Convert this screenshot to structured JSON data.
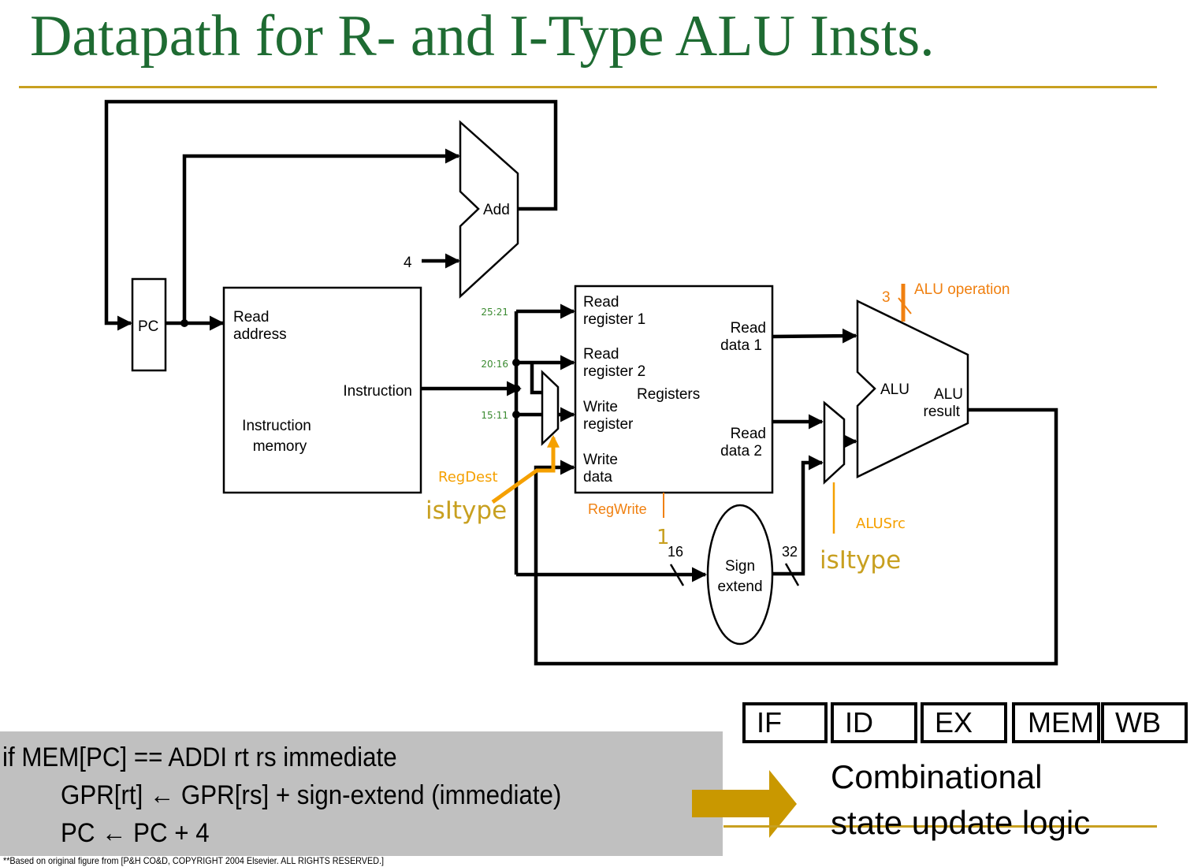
{
  "slide": {
    "title": "Datapath for R- and I-Type ALU Insts.",
    "footnote": "**Based on original figure from [P&H CO&D, COPYRIGHT 2004 Elsevier. ALL RIGHTS RESERVED.]"
  },
  "colors": {
    "title": "#1e6b32",
    "rule": "#c8a020",
    "control_orange": "#f08010",
    "annotation_gold": "#c8a020",
    "bitfield_green": "#3a8a30",
    "code_box": "#c0c0c0"
  },
  "diagram": {
    "pc_label": "PC",
    "adder_label": "Add",
    "constant_four": "4",
    "imem": {
      "read_address": [
        "Read",
        "address"
      ],
      "instruction_out": "Instruction",
      "name": [
        "Instruction",
        "memory"
      ]
    },
    "bitfields": [
      "25:21",
      "20:16",
      "15:11"
    ],
    "registers": {
      "read_register_1": [
        "Read",
        "register 1"
      ],
      "read_register_2": [
        "Read",
        "register 2"
      ],
      "write_register": [
        "Write",
        "register"
      ],
      "write_data": [
        "Write",
        "data"
      ],
      "name": "Registers",
      "read_data_1": [
        "Read",
        "data 1"
      ],
      "read_data_2": [
        "Read",
        "data 2"
      ]
    },
    "alu": {
      "name": "ALU",
      "result": [
        "ALU",
        "result"
      ],
      "operation_label": "ALU operation",
      "operation_width": "3"
    },
    "sign_extend": {
      "name": [
        "Sign",
        "extend"
      ],
      "in_width": "16",
      "out_width": "32"
    },
    "controls": {
      "regdest": "RegDest",
      "regdest_value": "isItype",
      "regwrite": "RegWrite",
      "regwrite_value": "1",
      "alusrc": "ALUSrc",
      "alusrc_value": "isItype"
    }
  },
  "code": {
    "lines": [
      "if MEM[PC] == ADDI rt rs immediate",
      "GPR[rt] ← GPR[rs] + sign-extend (immediate)",
      "PC ← PC + 4"
    ]
  },
  "pipeline": {
    "stages": [
      "IF",
      "ID",
      "EX",
      "MEM",
      "WB"
    ],
    "caption": [
      "Combinational",
      "state update logic"
    ]
  }
}
